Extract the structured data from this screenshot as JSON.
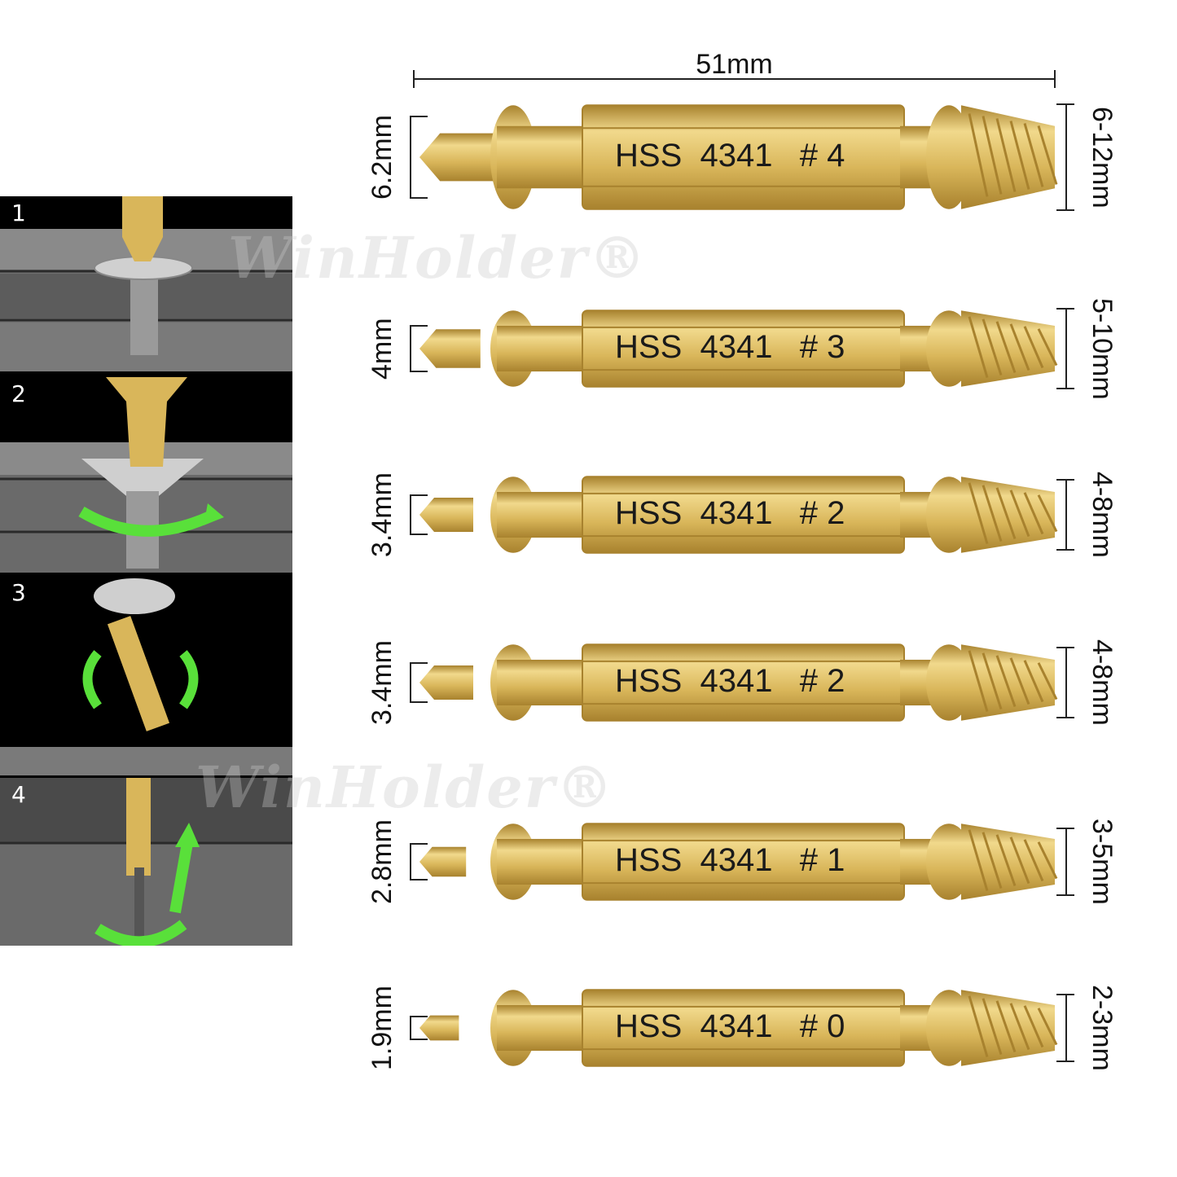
{
  "steps": [
    {
      "number": "1"
    },
    {
      "number": "2"
    },
    {
      "number": "3"
    },
    {
      "number": "4"
    }
  ],
  "watermark": "WinHolder®",
  "overall_length": "51mm",
  "bits": [
    {
      "label": "HSS  4341   # 4",
      "drill_size": "6.2mm",
      "extract_range": "6-12mm"
    },
    {
      "label": "HSS  4341   # 3",
      "drill_size": "4mm",
      "extract_range": "5-10mm"
    },
    {
      "label": "HSS  4341   # 2",
      "drill_size": "3.4mm",
      "extract_range": "4-8mm"
    },
    {
      "label": "HSS  4341   # 2",
      "drill_size": "3.4mm",
      "extract_range": "4-8mm"
    },
    {
      "label": "HSS  4341   # 1",
      "drill_size": "2.8mm",
      "extract_range": "3-5mm"
    },
    {
      "label": "HSS  4341   # 0",
      "drill_size": "1.9mm",
      "extract_range": "2-3mm"
    }
  ],
  "colors": {
    "gold": "#d9b65a",
    "gold_dark": "#a8822e",
    "gold_light": "#f1d98c",
    "arrow": "#59e03a"
  }
}
